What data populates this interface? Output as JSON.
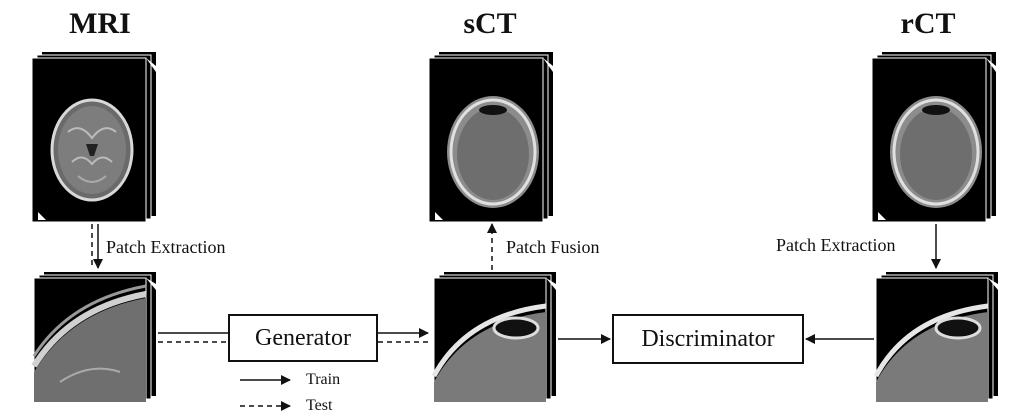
{
  "titles": {
    "mri": "MRI",
    "sct": "sCT",
    "rct": "rCT"
  },
  "labels": {
    "mri_patch_extraction": "Patch Extraction",
    "sct_patch_fusion": "Patch Fusion",
    "rct_patch_extraction": "Patch Extraction"
  },
  "boxes": {
    "generator": "Generator",
    "discriminator": "Discriminator"
  },
  "legend": {
    "train": "Train",
    "test": "Test"
  }
}
